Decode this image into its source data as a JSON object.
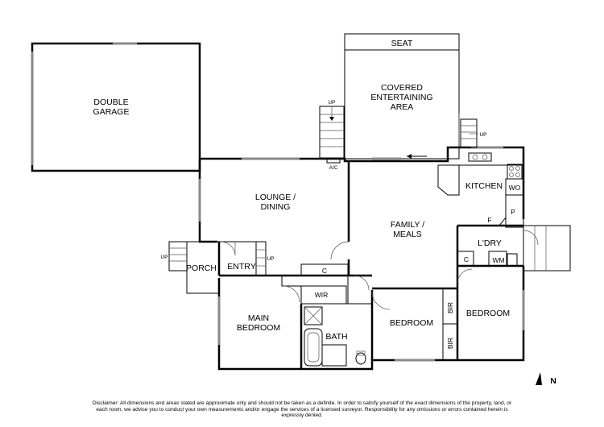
{
  "rooms": {
    "garage_l1": "DOUBLE",
    "garage_l2": "GARAGE",
    "seat": "SEAT",
    "covered_l1": "COVERED",
    "covered_l2": "ENTERTAINING",
    "covered_l3": "AREA",
    "lounge_l1": "LOUNGE /",
    "lounge_l2": "DINING",
    "kitchen": "KITCHEN",
    "wo": "WO",
    "pantry": "P",
    "fridge": "F",
    "family_l1": "FAMILY /",
    "family_l2": "MEALS",
    "laundry": "L'DRY",
    "laundry_cupboard": "C",
    "washing_machine": "WM",
    "porch": "PORCH",
    "entry": "ENTRY",
    "hall_cupboard": "C",
    "wir": "WIR",
    "main_bed_l1": "MAIN",
    "main_bed_l2": "BEDROOM",
    "bath": "BATH",
    "bedroom_2": "BEDROOM",
    "bir_1": "BIR",
    "bir_2": "BIR",
    "bedroom_3": "BEDROOM"
  },
  "markers": {
    "up": "UP",
    "ac": "A/C"
  },
  "compass": {
    "letter": "N"
  },
  "disclaimer": "Disclaimer: All dimensions and areas stated are approximate only and should not be taken as a definite. In order to satisfy yourself of the exact dimensions of the property, land, or each room, we advise you to conduct your own measurements and/or engage the services of a licensed surveyor. Responsibility for any omissions or errors contained herein is expressly denied."
}
